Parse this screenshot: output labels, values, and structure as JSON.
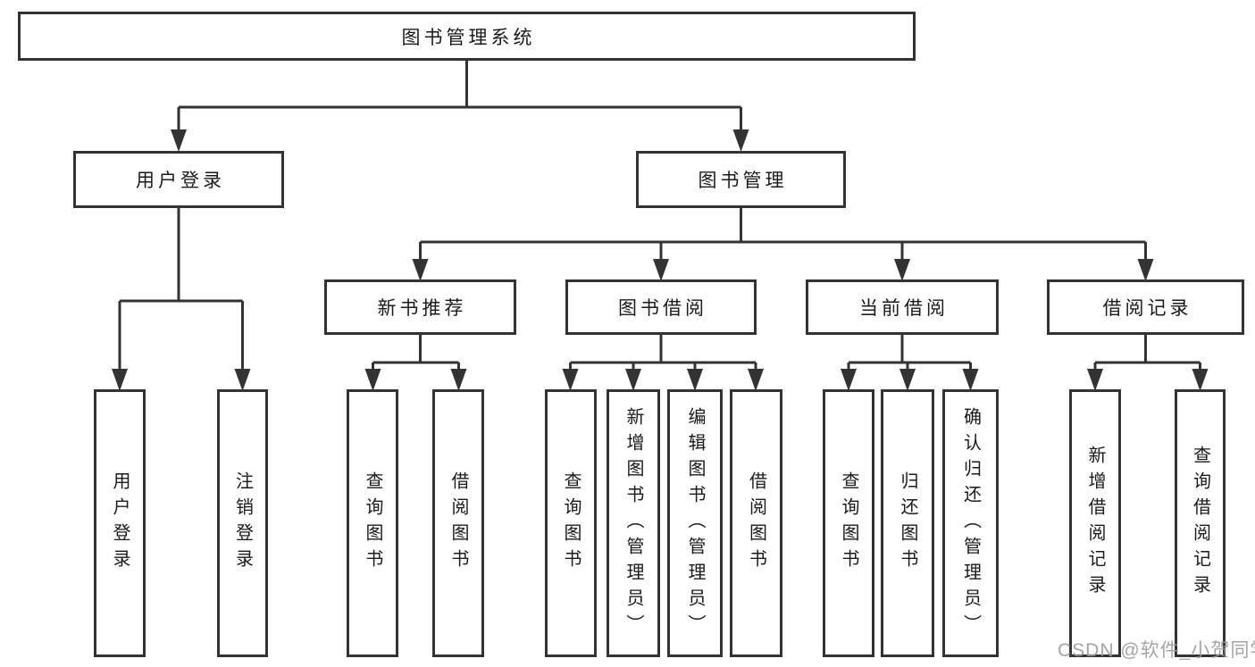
{
  "diagram": {
    "title": "图书管理系统",
    "root": {
      "label": "图书管理系统"
    },
    "level2": [
      {
        "label": "用户登录"
      },
      {
        "label": "图书管理"
      }
    ],
    "level3": [
      {
        "label": "新书推荐",
        "parent": "图书管理"
      },
      {
        "label": "图书借阅",
        "parent": "图书管理"
      },
      {
        "label": "当前借阅",
        "parent": "图书管理"
      },
      {
        "label": "借阅记录",
        "parent": "图书管理"
      }
    ],
    "level4": [
      {
        "label": "用户登录",
        "parent": "用户登录"
      },
      {
        "label": "注销登录",
        "parent": "用户登录"
      },
      {
        "label": "查询图书",
        "parent": "新书推荐"
      },
      {
        "label": "借阅图书",
        "parent": "新书推荐"
      },
      {
        "label": "查询图书",
        "parent": "图书借阅"
      },
      {
        "label": "新增图书（管理员）",
        "parent": "图书借阅"
      },
      {
        "label": "编辑图书（管理员）",
        "parent": "图书借阅"
      },
      {
        "label": "借阅图书",
        "parent": "图书借阅"
      },
      {
        "label": "查询图书",
        "parent": "当前借阅"
      },
      {
        "label": "归还图书",
        "parent": "当前借阅"
      },
      {
        "label": "确认归还（管理员）",
        "parent": "当前借阅"
      },
      {
        "label": "新增借阅记录",
        "parent": "借阅记录"
      },
      {
        "label": "查询借阅记录",
        "parent": "借阅记录"
      }
    ]
  },
  "watermark": {
    "text": "CSDN @软件_小贺同学"
  },
  "colors": {
    "line": "#333333",
    "box_border": "#333333",
    "text": "#1a1a1a",
    "watermark": "#9a9a9a",
    "background": "#ffffff"
  }
}
